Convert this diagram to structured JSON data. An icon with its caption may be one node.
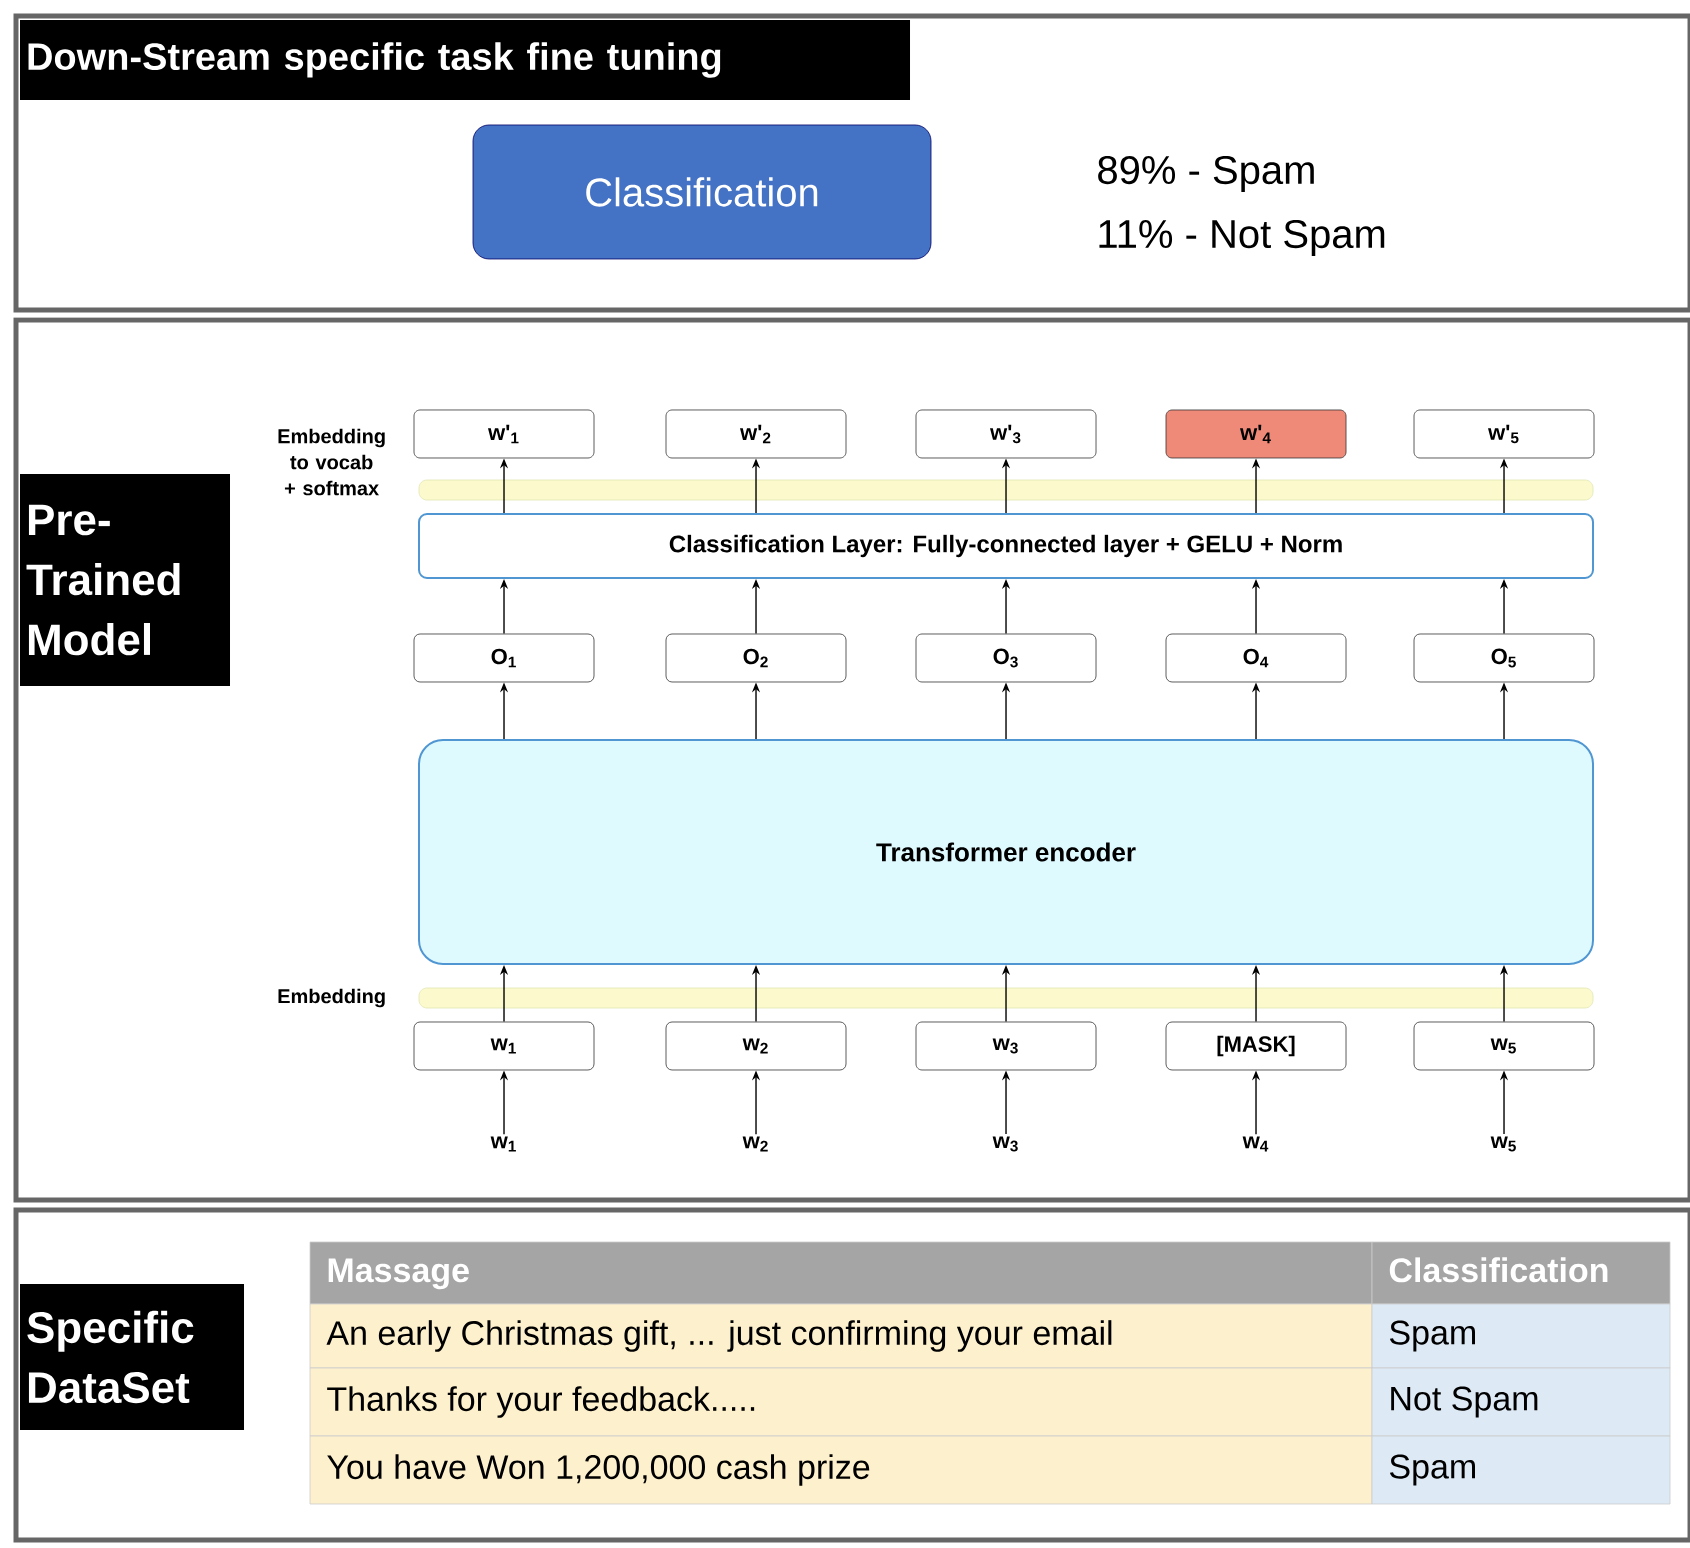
{
  "diagram": {
    "nodes": [
      {
        "text": [
          "Down-Stream specific task fine tuning"
        ]
      },
      {
        "text": [
          "Classification"
        ],
        "in": 0,
        "beside": [
          "89% - Spam",
          "11% - Not Spam"
        ]
      },
      {
        "text": [
          "Pre-Trained Model"
        ]
      },
      {
        "text": [
          "w'$_{1}$"
        ],
        "in": 2
      },
      {
        "text": [
          "w'$_{2}$"
        ],
        "in": 2
      },
      {
        "text": [
          "w'$_{3}$"
        ],
        "in": 2
      },
      {
        "text": [
          "w'$_{4}$"
        ],
        "in": 2
      },
      {
        "text": [
          "w'$_{5}$"
        ],
        "in": 2
      },
      {
        "text": [],
        "shape": "bar",
        "in": 2,
        "beside": [
          "Embedding to vocab + softmax"
        ]
      },
      {
        "text": [
          "Classification Layer: Fully-connected layer + GELU + Norm"
        ],
        "in": 2
      },
      {
        "text": [
          "O$_{1}$"
        ],
        "in": 2
      },
      {
        "text": [
          "O$_{2}$"
        ],
        "in": 2
      },
      {
        "text": [
          "O$_{3}$"
        ],
        "in": 2
      },
      {
        "text": [
          "O$_{4}$"
        ],
        "in": 2
      },
      {
        "text": [
          "O$_{5}$"
        ],
        "in": 2
      },
      {
        "text": [
          "Transformer encoder"
        ],
        "in": 2
      },
      {
        "text": [],
        "shape": "bar",
        "in": 2,
        "beside": [
          "Embedding"
        ]
      },
      {
        "text": [
          "w$_{1}$"
        ],
        "in": 2
      },
      {
        "text": [
          "w$_{2}$"
        ],
        "in": 2
      },
      {
        "text": [
          "w$_{3}$"
        ],
        "in": 2
      },
      {
        "text": [
          "[MASK]"
        ],
        "in": 2
      },
      {
        "text": [
          "w$_{5}$"
        ],
        "in": 2
      },
      {
        "text": [
          "w$_{1}$"
        ],
        "in": 2
      },
      {
        "text": [
          "w$_{2}$"
        ],
        "in": 2
      },
      {
        "text": [
          "w$_{3}$"
        ],
        "in": 2
      },
      {
        "text": [
          "w$_{4}$"
        ],
        "in": 2
      },
      {
        "text": [
          "w$_{5}$"
        ],
        "in": 2
      },
      {
        "text": [
          "Specific DataSet"
        ]
      }
    ],
    "edges": [
      {
        "from": 22,
        "to": 17,
        "arrow": "to"
      },
      {
        "from": 23,
        "to": 18,
        "arrow": "to"
      },
      {
        "from": 24,
        "to": 19,
        "arrow": "to"
      },
      {
        "from": 25,
        "to": 20,
        "arrow": "to"
      },
      {
        "from": 26,
        "to": 21,
        "arrow": "to"
      },
      {
        "from": 17,
        "to": 15,
        "arrow": "to"
      },
      {
        "from": 18,
        "to": 15,
        "arrow": "to"
      },
      {
        "from": 19,
        "to": 15,
        "arrow": "to"
      },
      {
        "from": 20,
        "to": 15,
        "arrow": "to"
      },
      {
        "from": 21,
        "to": 15,
        "arrow": "to"
      },
      {
        "from": 15,
        "to": 10,
        "arrow": "to"
      },
      {
        "from": 15,
        "to": 11,
        "arrow": "to"
      },
      {
        "from": 15,
        "to": 12,
        "arrow": "to"
      },
      {
        "from": 15,
        "to": 13,
        "arrow": "to"
      },
      {
        "from": 15,
        "to": 14,
        "arrow": "to"
      },
      {
        "from": 10,
        "to": 9,
        "arrow": "to"
      },
      {
        "from": 11,
        "to": 9,
        "arrow": "to"
      },
      {
        "from": 12,
        "to": 9,
        "arrow": "to"
      },
      {
        "from": 13,
        "to": 9,
        "arrow": "to"
      },
      {
        "from": 14,
        "to": 9,
        "arrow": "to"
      },
      {
        "from": 9,
        "to": 3,
        "arrow": "to"
      },
      {
        "from": 9,
        "to": 4,
        "arrow": "to"
      },
      {
        "from": 9,
        "to": 5,
        "arrow": "to"
      },
      {
        "from": 9,
        "to": 6,
        "arrow": "to"
      },
      {
        "from": 9,
        "to": 7,
        "arrow": "to"
      }
    ],
    "labels": [
      "Massage",
      "Classification",
      "An early Christmas gift, ... just confirming your email",
      "Spam",
      "Thanks for your feedback.....",
      "Not Spam",
      "You have Won 1,200,000 cash prize",
      "Spam"
    ]
  }
}
